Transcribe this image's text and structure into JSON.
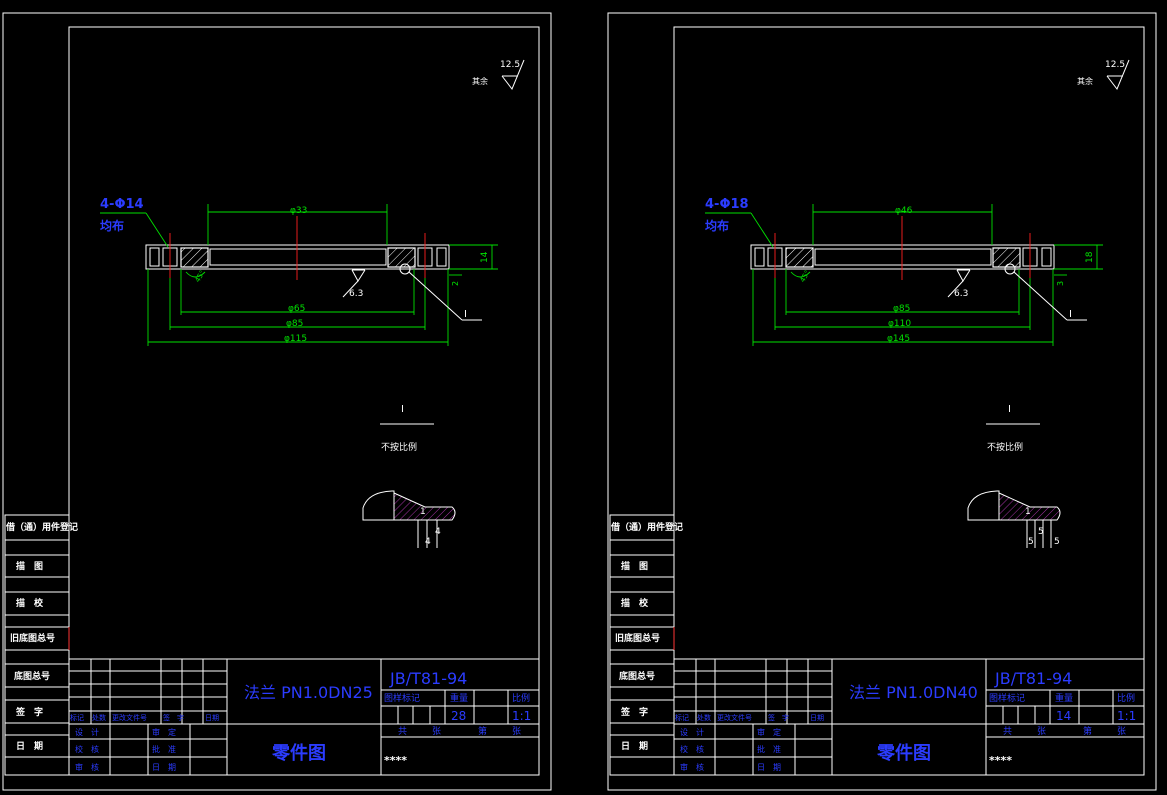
{
  "sheets": [
    {
      "roughness_value": "12.5",
      "roughness_other_label": "其余",
      "bolt_holes": "4-Φ14",
      "hole_note": "均布",
      "dim_top": "φ33",
      "dim_mid": "φ65",
      "dim_pcd": "φ85",
      "dim_od": "φ115",
      "thickness": "14",
      "step_height": "2",
      "chamfer": "45°",
      "surface_roughness": "6.3",
      "detail_ref": "I",
      "detail_title": "I",
      "not_to_scale": "不按比例",
      "detail_dims": [
        "1",
        "4",
        "4"
      ],
      "side_labels": [
        "借（通）用件登记",
        "描　图",
        "描　校",
        "旧底图总号",
        "底图总号",
        "签　字",
        "日　期"
      ],
      "part_name": "法兰 PN1.0DN25",
      "standard": "JB/T81-94",
      "drawing_type": "零件图",
      "mark_labels": [
        "图样标记",
        "重量",
        "比例"
      ],
      "weight": "28",
      "scale": "1:1",
      "sheet_labels": [
        "共",
        "张",
        "第",
        "张"
      ],
      "stars": "****",
      "revision_labels": [
        "标记",
        "处数",
        "更改文件号",
        "签　字",
        "日期"
      ],
      "sign_left": [
        "设　计",
        "校　核",
        "审　核"
      ],
      "sign_right": [
        "审　定",
        "批　准",
        "日　期"
      ]
    },
    {
      "roughness_value": "12.5",
      "roughness_other_label": "其余",
      "bolt_holes": "4-Φ18",
      "hole_note": "均布",
      "dim_top": "φ46",
      "dim_mid": "φ85",
      "dim_pcd": "φ110",
      "dim_od": "φ145",
      "thickness": "18",
      "step_height": "3",
      "chamfer": "45°",
      "surface_roughness": "6.3",
      "detail_ref": "I",
      "detail_title": "I",
      "not_to_scale": "不按比例",
      "detail_dims": [
        "1",
        "5",
        "5",
        "5"
      ],
      "side_labels": [
        "借（通）用件登记",
        "描　图",
        "描　校",
        "旧底图总号",
        "底图总号",
        "签　字",
        "日　期"
      ],
      "part_name": "法兰 PN1.0DN40",
      "standard": "JB/T81-94",
      "drawing_type": "零件图",
      "mark_labels": [
        "图样标记",
        "重量",
        "比例"
      ],
      "weight": "14",
      "scale": "1:1",
      "sheet_labels": [
        "共",
        "张",
        "第",
        "张"
      ],
      "stars": "****",
      "revision_labels": [
        "标记",
        "处数",
        "更改文件号",
        "签　字",
        "日期"
      ],
      "sign_left": [
        "设　计",
        "校　核",
        "审　核"
      ],
      "sign_right": [
        "审　定",
        "批　准",
        "日　期"
      ]
    }
  ]
}
